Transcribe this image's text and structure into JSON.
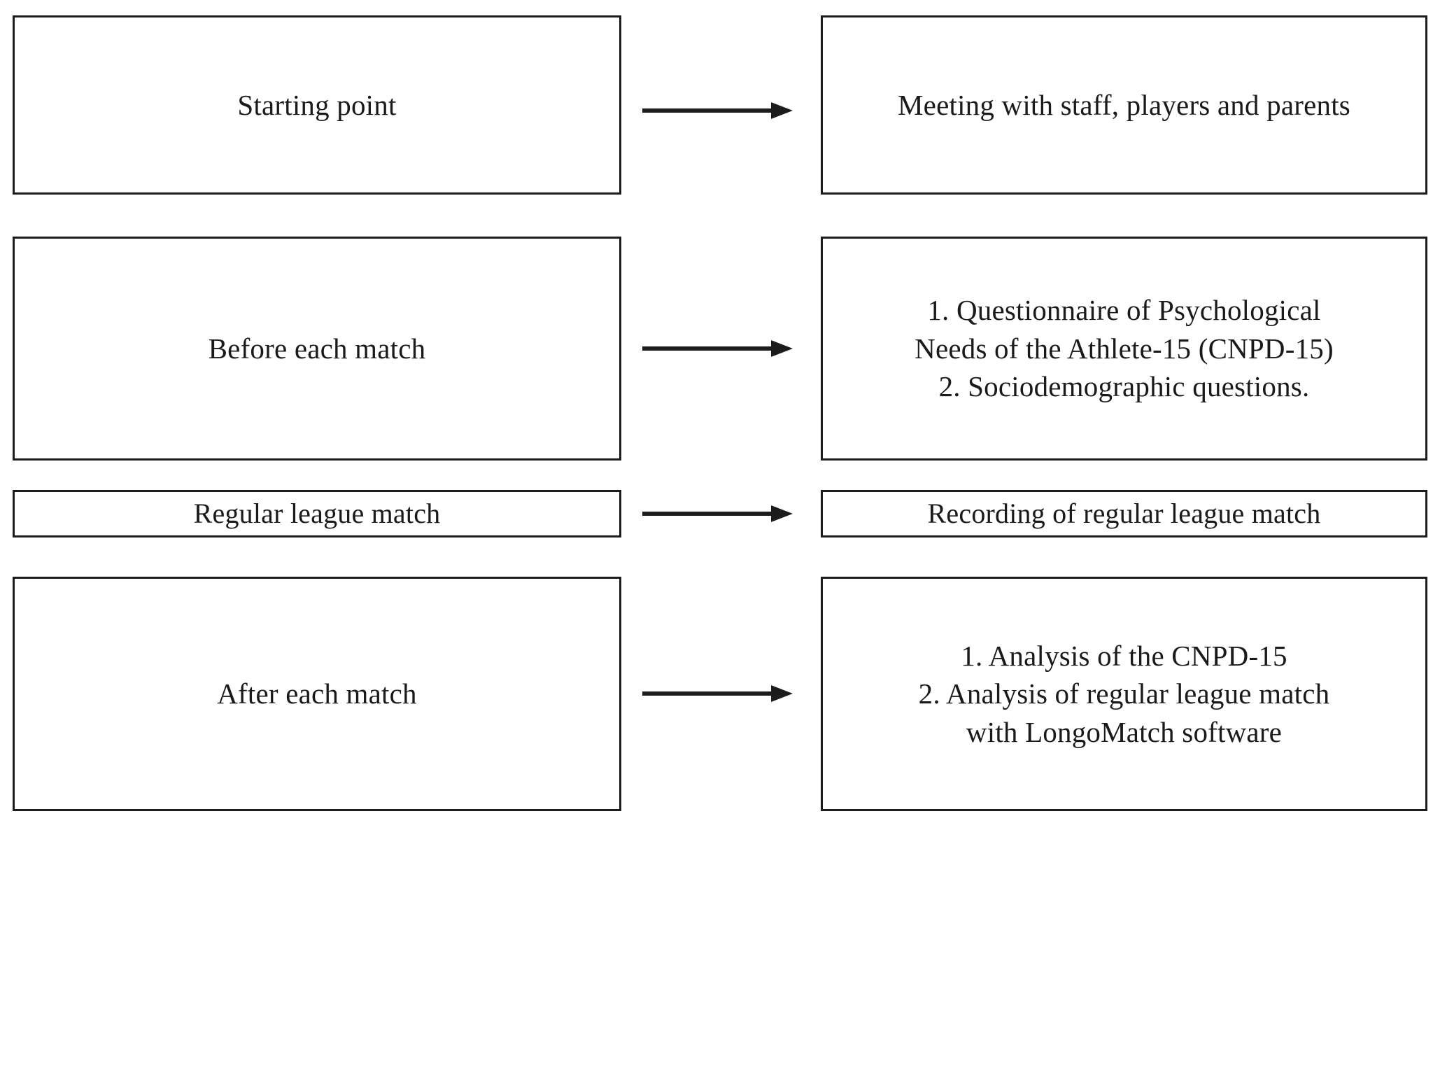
{
  "diagram": {
    "title": "Study procedure flowchart",
    "type": "flowchart",
    "orientation": "left-to-right rows",
    "stroke_color": "#1c1c1c",
    "background_color": "#ffffff",
    "rows": [
      {
        "id": "row-1",
        "left": {
          "id": "starting-point",
          "label": "Starting point"
        },
        "arrow": {
          "id": "arrow-1",
          "icon": "arrow-right-icon",
          "from": "starting-point",
          "to": "meeting-staff-players-parents"
        },
        "right": {
          "id": "meeting-staff-players-parents",
          "label": "Meeting with staff, players and parents"
        }
      },
      {
        "id": "row-2",
        "left": {
          "id": "before-each-match",
          "label": "Before each match"
        },
        "arrow": {
          "id": "arrow-2",
          "icon": "arrow-right-icon",
          "from": "before-each-match",
          "to": "pre-match-instruments"
        },
        "right": {
          "id": "pre-match-instruments",
          "label": "1. Questionnaire of Psychological\nNeeds of the Athlete-15 (CNPD-15)\n2. Sociodemographic questions."
        }
      },
      {
        "id": "row-3",
        "left": {
          "id": "regular-league-match",
          "label": "Regular league match"
        },
        "arrow": {
          "id": "arrow-3",
          "icon": "arrow-right-icon",
          "from": "regular-league-match",
          "to": "recording-of-match"
        },
        "right": {
          "id": "recording-of-match",
          "label": "Recording of regular league match"
        }
      },
      {
        "id": "row-4",
        "left": {
          "id": "after-each-match",
          "label": "After each match"
        },
        "arrow": {
          "id": "arrow-4",
          "icon": "arrow-right-icon",
          "from": "after-each-match",
          "to": "post-match-analysis"
        },
        "right": {
          "id": "post-match-analysis",
          "label": "1. Analysis of the CNPD-15\n2. Analysis of regular league match\nwith LongoMatch software"
        }
      }
    ]
  }
}
